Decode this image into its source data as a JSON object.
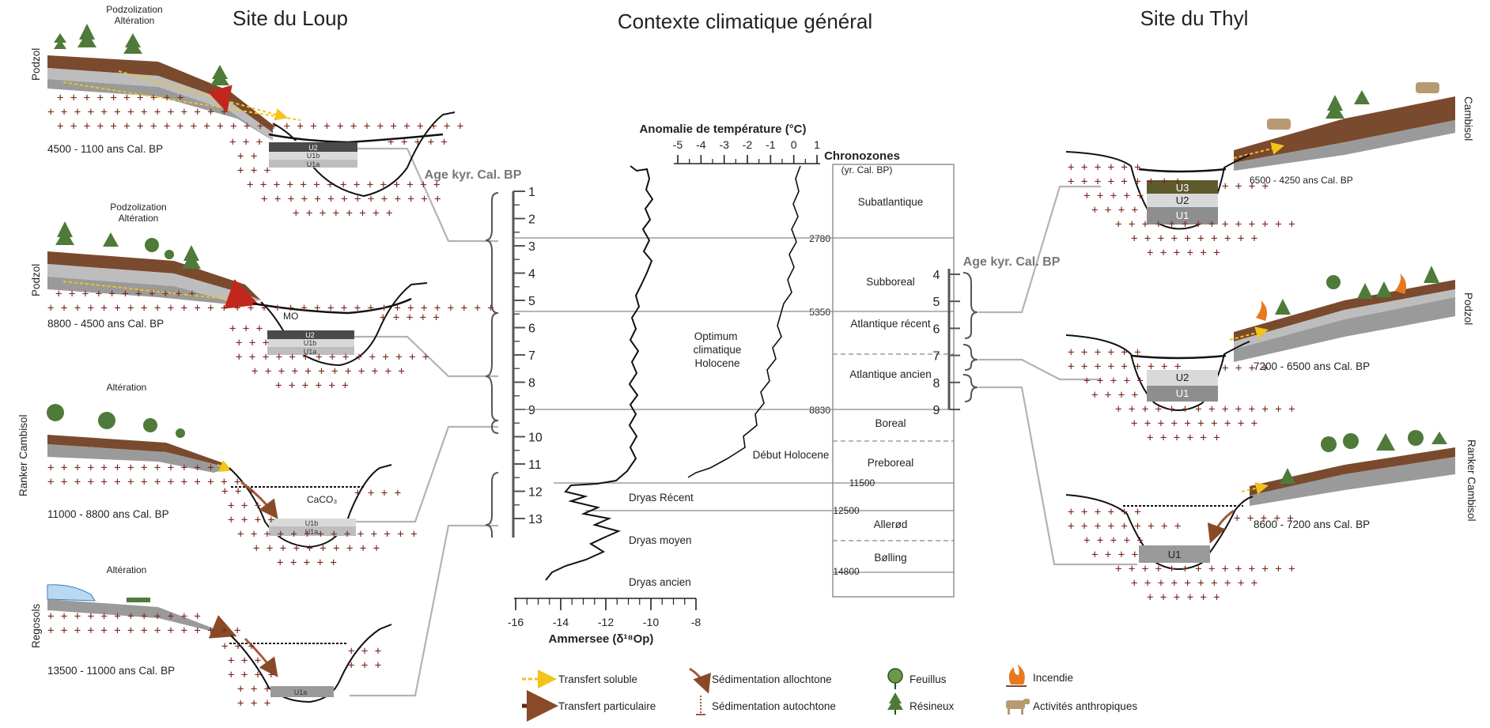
{
  "titles": {
    "left": "Site du Loup",
    "center": "Contexte climatique général",
    "right": "Site du Thyl"
  },
  "age_axis": {
    "label": "Age kyr. Cal. BP",
    "ticks": [
      "1",
      "2",
      "3",
      "4",
      "5",
      "6",
      "7",
      "8",
      "9",
      "10",
      "11",
      "12",
      "13"
    ]
  },
  "right_age_axis": {
    "label": "Age kyr. Cal. BP",
    "ticks": [
      "4",
      "5",
      "6",
      "7",
      "8",
      "9"
    ]
  },
  "temperature_axis": {
    "title": "Anomalie de température (°C)",
    "ticks": [
      "-5",
      "-4",
      "-3",
      "-2",
      "-1",
      "0",
      "1"
    ]
  },
  "isotope_axis": {
    "title": "Ammersee (δ¹⁸Op)",
    "ticks": [
      "-16",
      "-14",
      "-12",
      "-10",
      "-8"
    ]
  },
  "chronozones": {
    "title": "Chronozones",
    "subtitle": "(yr. Cal. BP)",
    "zones": [
      "Subatlantique",
      "Subboreal",
      "Atlantique récent",
      "Atlantique ancien",
      "Boreal",
      "Preboreal",
      "Allerød",
      "Bølling"
    ],
    "boundaries": [
      "2780",
      "5350",
      "8830",
      "11500",
      "12500",
      "14800"
    ]
  },
  "annotations": {
    "optimum": "Optimum climatique Holocene",
    "debut": "Début Holocene",
    "dryas_recent": "Dryas Récent",
    "dryas_moyen": "Dryas moyen",
    "dryas_ancien": "Dryas ancien"
  },
  "loup_panels": [
    {
      "period": "4500 -  1100 ans Cal. BP",
      "process": "Podzolization Altération",
      "soil": "Podzol",
      "units": [
        "U2",
        "U1b",
        "U1a"
      ]
    },
    {
      "period": "8800 - 4500 ans Cal. BP",
      "process": "Podzolization Altération",
      "soil": "Podzol",
      "units": [
        "MO",
        "U2",
        "U1b",
        "U1a"
      ]
    },
    {
      "period": "11000 - 8800 ans Cal. BP",
      "process": "Altération",
      "soil": "Ranker Cambisol",
      "units": [
        "CaCO₃",
        "U1b",
        "U1a"
      ]
    },
    {
      "period": "13500 - 11000 ans Cal. BP",
      "process": "Altération",
      "soil": "Regosols",
      "units": [
        "U1a"
      ]
    }
  ],
  "thyl_panels": [
    {
      "period": "6500 - 4250 ans Cal. BP",
      "soil": "Cambisol",
      "units": [
        "U3",
        "U2",
        "U1"
      ]
    },
    {
      "period": "7200 - 6500 ans Cal. BP",
      "soil": "Podzol",
      "units": [
        "U2",
        "U1"
      ]
    },
    {
      "period": "8600 - 7200 ans Cal. BP",
      "soil": "Ranker Cambisol",
      "units": [
        "U1"
      ]
    }
  ],
  "legend": [
    {
      "icon": "yellow-arrow-icon",
      "label": "Transfert soluble"
    },
    {
      "icon": "brown-arrow-icon",
      "label": "Transfert particulaire"
    },
    {
      "icon": "curved-arrow-icon",
      "label": "Sédimentation allochtone"
    },
    {
      "icon": "dotted-arrow-icon",
      "label": "Sédimentation autochtone"
    },
    {
      "icon": "deciduous-tree-icon",
      "label": "Feuillus"
    },
    {
      "icon": "conifer-tree-icon",
      "label": "Résineux"
    },
    {
      "icon": "fire-icon",
      "label": "Incendie"
    },
    {
      "icon": "cow-icon",
      "label": "Activités anthropiques"
    }
  ],
  "colors": {
    "forest_green": "#4e7a3a",
    "soil_brown": "#7a4a2e",
    "dark_grey_unit": "#6e6e6e",
    "mid_grey_unit": "#bdbdbd",
    "unit_u3": "#5f5a2c",
    "plus_red": "#7a2a1f",
    "connector_grey": "#b3b3b3",
    "water_blue": "#b9d9f0"
  }
}
